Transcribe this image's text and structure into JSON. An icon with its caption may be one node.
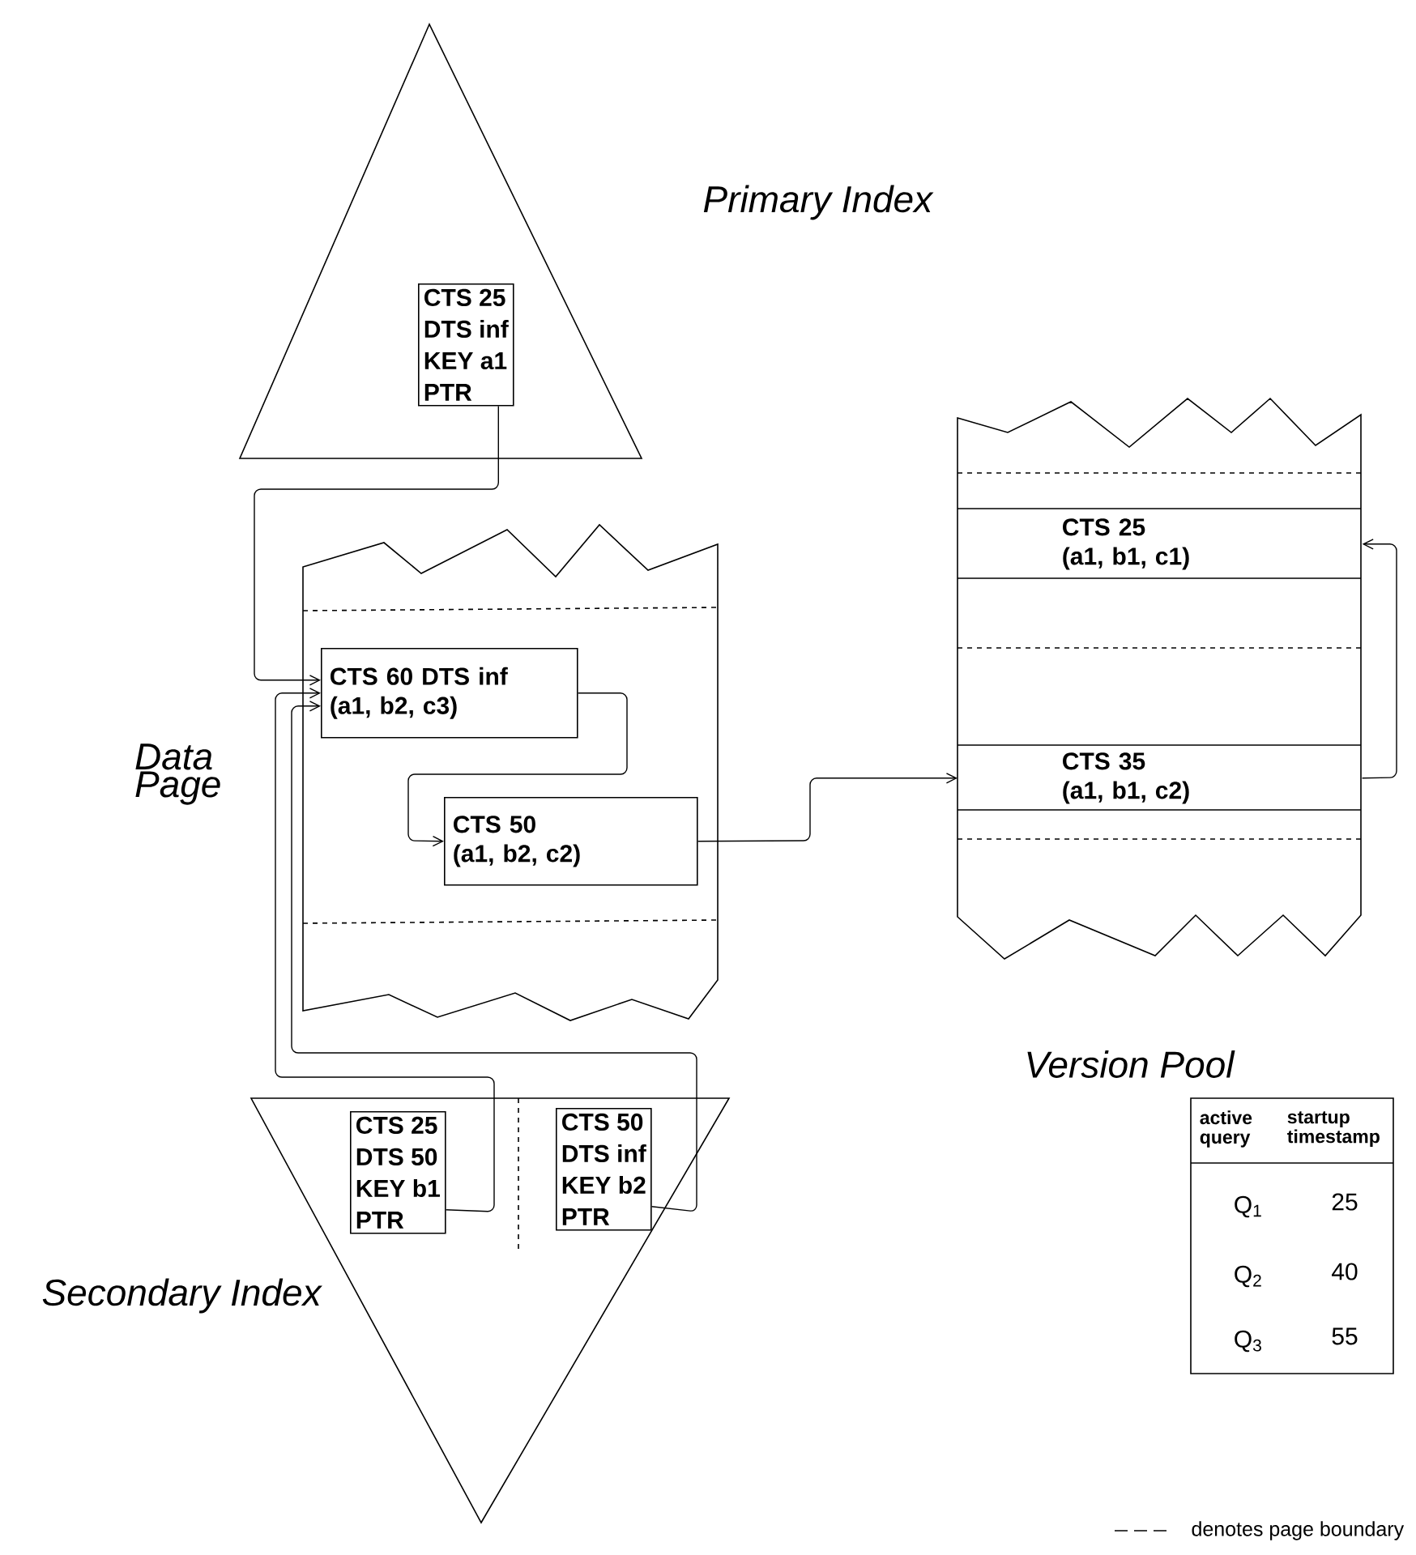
{
  "diagram": {
    "nodes": [
      {
        "text": [
          "Primary Index"
        ]
      },
      {
        "text": [
          "CTS 25",
          "DTS inf",
          "KEY a1",
          "PTR"
        ],
        "in": 0
      },
      {
        "text": [
          "Data Page"
        ]
      },
      {
        "text": [
          "CTS 60  DTS inf",
          "(a1, b2, c3)"
        ],
        "in": 2
      },
      {
        "text": [
          "CTS 50",
          "(a1, b2, c2)"
        ],
        "in": 2
      },
      {
        "text": [
          "Version Pool"
        ]
      },
      {
        "text": [
          "CTS 25",
          "(a1, b1, c1)"
        ],
        "in": 5
      },
      {
        "text": [
          "CTS 35",
          "(a1, b1, c2)"
        ],
        "in": 5
      },
      {
        "text": [
          "Secondary Index"
        ]
      },
      {
        "text": [
          "CTS 25",
          "DTS 50",
          "KEY b1",
          "PTR"
        ],
        "in": 8
      },
      {
        "text": [
          "CTS 50",
          "DTS inf",
          "KEY b2",
          "PTR"
        ],
        "in": 8
      }
    ],
    "edges": [
      {
        "from": 1,
        "to": 3,
        "arrow": "to"
      },
      {
        "from": 9,
        "to": 3,
        "arrow": "to"
      },
      {
        "from": 10,
        "to": 3,
        "arrow": "to"
      },
      {
        "from": 3,
        "to": 4,
        "arrow": "to"
      },
      {
        "from": 4,
        "to": 7,
        "arrow": "to"
      },
      {
        "from": 7,
        "to": 6,
        "arrow": "to"
      }
    ],
    "labels": [
      "active query",
      "startup timestamp",
      "Q$_{1}$",
      "25",
      "Q$_{2}$",
      "40",
      "Q$_{3}$",
      "55"
    ],
    "legend": [
      {
        "text": "denotes page boundary"
      }
    ]
  }
}
